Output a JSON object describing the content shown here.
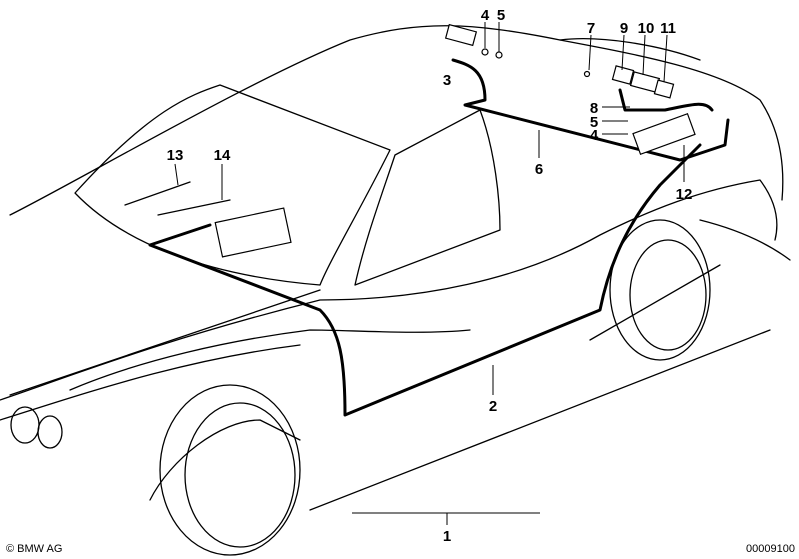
{
  "diagram": {
    "labels": {
      "p1": "1",
      "p2": "2",
      "p3": "3",
      "p4a": "4",
      "p5a": "5",
      "p6": "6",
      "p7": "7",
      "p8": "8",
      "p9": "9",
      "p10": "10",
      "p11": "11",
      "p5b": "5",
      "p4b": "4",
      "p12": "12",
      "p13": "13",
      "p14": "14"
    },
    "copyright": "© BMW AG",
    "image_number": "00009100"
  }
}
